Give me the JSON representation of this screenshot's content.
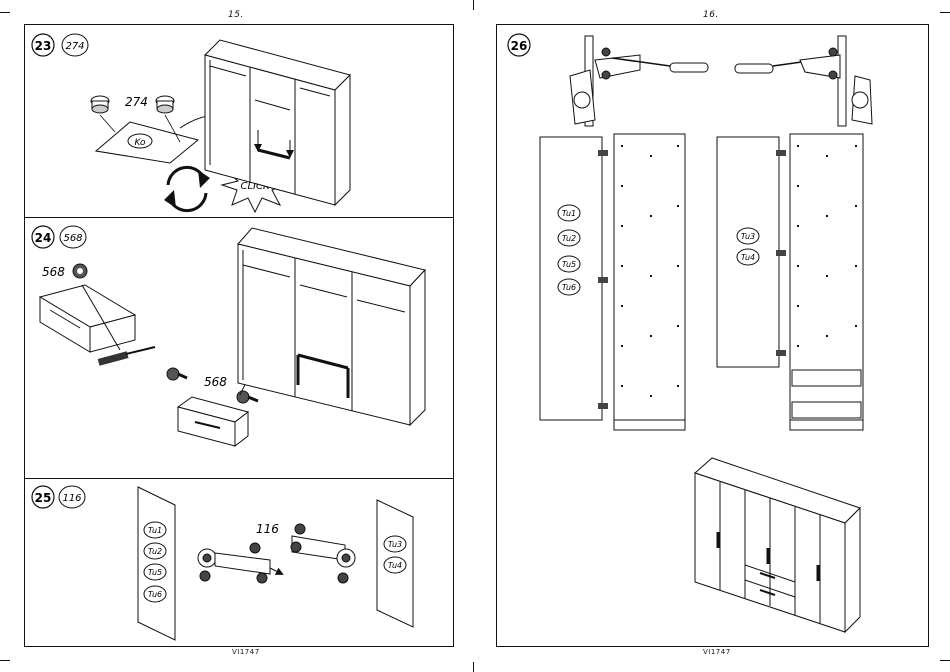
{
  "pages": [
    {
      "number": "15.",
      "footer": "VI1747"
    },
    {
      "number": "16.",
      "footer": "VI1747"
    }
  ],
  "steps": [
    {
      "step": "23",
      "part": "274",
      "part_callout": "274",
      "panel_label": "Ko",
      "action_text": "CLICK"
    },
    {
      "step": "24",
      "part": "568",
      "part_callout": "568",
      "part_callout_2": "568"
    },
    {
      "step": "25",
      "part": "116",
      "part_callout": "116",
      "left_labels": [
        "Tu1",
        "Tu2",
        "Tu5",
        "Tu6"
      ],
      "right_labels": [
        "Tu3",
        "Tu4"
      ]
    },
    {
      "step": "26",
      "left_labels": [
        "Tu1",
        "Tu2",
        "Tu5",
        "Tu6"
      ],
      "right_labels": [
        "Tu3",
        "Tu4"
      ]
    }
  ],
  "icons": [
    "rotate-arrows-icon",
    "screwdriver-icon",
    "hinge-icon",
    "screw-icon",
    "cam-lock-icon"
  ]
}
